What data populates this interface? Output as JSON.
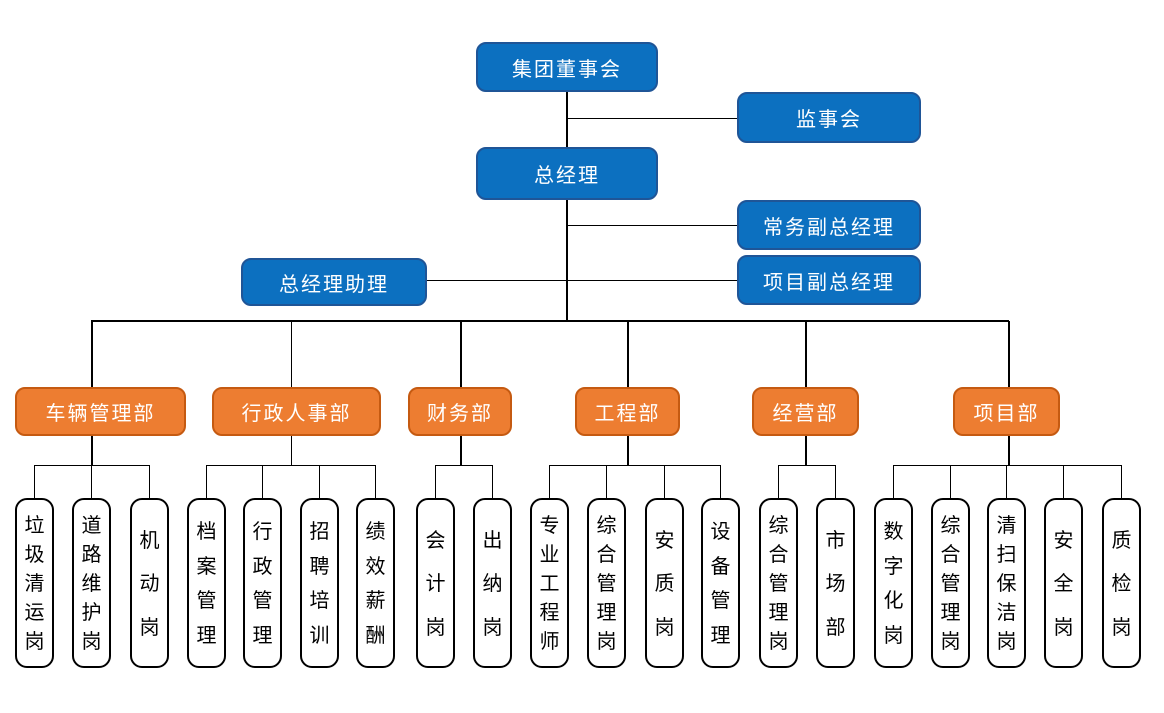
{
  "palette": {
    "blue_fill": "#0C70C0",
    "blue_border": "#1F5597",
    "orange_fill": "#ED7D31",
    "orange_border": "#C55A11",
    "line_color": "#000000",
    "leaf_border": "#000000",
    "leaf_text": "#000000",
    "box_text": "#FFFFFF"
  },
  "org": {
    "board": {
      "label": "集团董事会"
    },
    "supervisory": {
      "label": "监事会"
    },
    "general_manager": {
      "label": "总经理"
    },
    "executive_deputy_gm": {
      "label": "常务副总经理"
    },
    "gm_assistant": {
      "label": "总经理助理"
    },
    "project_deputy_gm": {
      "label": "项目副总经理"
    },
    "departments": [
      {
        "label": "车辆管理部",
        "positions": [
          "垃圾清运岗",
          "道路维护岗",
          "机动岗"
        ]
      },
      {
        "label": "行政人事部",
        "positions": [
          "档案管理",
          "行政管理",
          "招聘培训",
          "绩效薪酬"
        ]
      },
      {
        "label": "财务部",
        "positions": [
          "会计岗",
          "出纳岗"
        ]
      },
      {
        "label": "工程部",
        "positions": [
          "专业工程师",
          "综合管理岗",
          "安质岗",
          "设备管理"
        ]
      },
      {
        "label": "经营部",
        "positions": [
          "综合管理岗",
          "市场部"
        ]
      },
      {
        "label": "项目部",
        "positions": [
          "数字化岗",
          "综合管理岗",
          "清扫保洁岗",
          "安全岗",
          "质检岗"
        ]
      }
    ]
  }
}
